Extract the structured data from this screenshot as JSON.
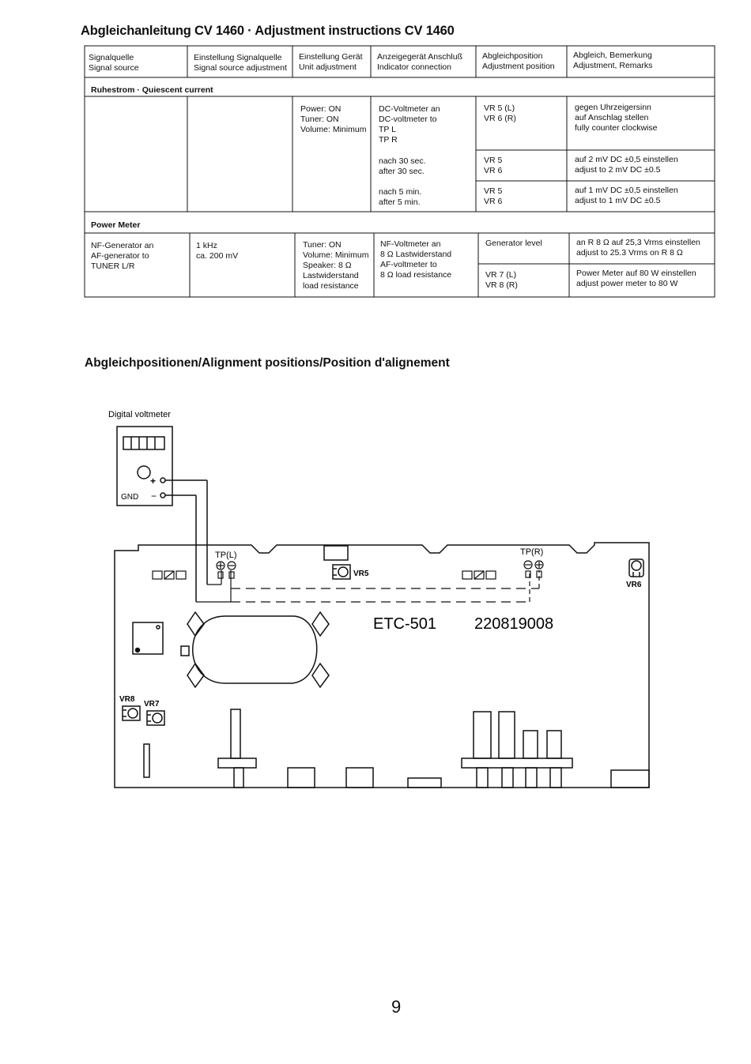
{
  "page": {
    "title": "Abgleichanleitung CV 1460 · Adjustment instructions CV 1460",
    "subtitle": "Abgleichpositionen/Alignment positions/Position d'alignement",
    "page_number": "9"
  },
  "table": {
    "headers": [
      "Signalquelle\nSignal source",
      "Einstellung Signalquelle\nSignal source adjustment",
      "Einstellung Gerät\nUnit adjustment",
      "Anzeigegerät Anschluß\nIndicator connection",
      "Abgleichposition\nAdjustment position",
      "Abgleich, Bemerkung\nAdjustment, Remarks"
    ],
    "sections": [
      {
        "title": "Ruhestrom · Quiescent current",
        "unit_adjustment": "Power: ON\nTuner: ON\nVolume: Minimum",
        "rows": [
          {
            "indicator": "DC-Voltmeter an\nDC-voltmeter to\nTP L\nTP R",
            "position": "VR 5 (L)\nVR 6 (R)",
            "remarks": "gegen Uhrzeigersinn\nauf Anschlag stellen\nfully counter clockwise"
          },
          {
            "indicator": "nach 30 sec.\nafter 30 sec.",
            "position": "VR 5\nVR 6",
            "remarks": "auf 2 mV DC ±0,5 einstellen\nadjust to 2 mV DC ±0.5"
          },
          {
            "indicator": "nach 5 min.\nafter 5 min.",
            "position": "VR 5\nVR 6",
            "remarks": "auf 1 mV DC ±0,5 einstellen\nadjust to 1 mV DC ±0.5"
          }
        ]
      },
      {
        "title": "Power Meter",
        "source": "NF-Generator an\nAF-generator to\nTUNER L/R",
        "source_adjustment": "1 kHz\nca. 200 mV",
        "unit_adjustment": "Tuner: ON\nVolume: Minimum\nSpeaker: 8 Ω\nLastwiderstand\nload resistance",
        "indicator": "NF-Voltmeter an\n8 Ω Lastwiderstand\nAF-voltmeter to\n8 Ω load resistance",
        "rows": [
          {
            "position": "Generator level",
            "remarks": "an R 8 Ω auf 25,3 Vrms einstellen\nadjust to 25.3 Vrms on R 8 Ω"
          },
          {
            "position": "VR 7 (L)\nVR 8 (R)",
            "remarks": "Power Meter auf 80 W einstellen\nadjust power meter to 80 W"
          }
        ]
      }
    ]
  },
  "diagram": {
    "voltmeter_label": "Digital voltmeter",
    "plus_label": "+",
    "gnd_label": "GND",
    "minus_label": "−",
    "tp_left_label": "TP(L)",
    "tp_right_label": "TP(R)",
    "vr5_label": "VR5",
    "vr6_label": "VR6",
    "vr7_label": "VR7",
    "vr8_label": "VR8",
    "board_label": "ETC-501",
    "part_number": "220819008"
  }
}
